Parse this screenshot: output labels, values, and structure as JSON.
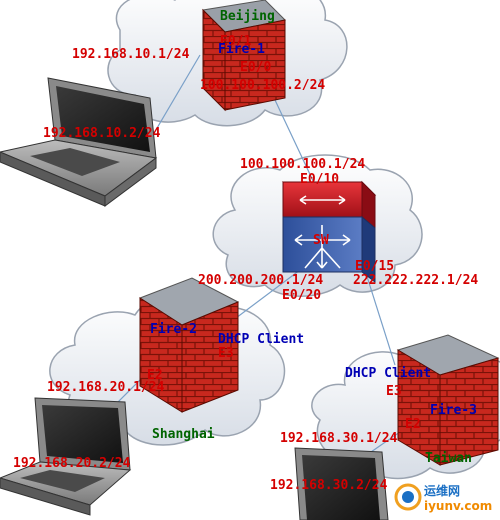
{
  "sites": {
    "beijing": {
      "name": "Beijing"
    },
    "shanghai": {
      "name": "Shanghai"
    },
    "taiwan": {
      "name": "Taiwan"
    }
  },
  "fire1": {
    "name": "Fire-1",
    "e01_label": "E0/1",
    "e00_label": "E0/0",
    "lan_ip": "192.168.10.1/24",
    "wan_ip": "100.100.100.2/24"
  },
  "pc1": {
    "ip": "192.168.10.2/24"
  },
  "switch": {
    "name": "SW",
    "e010_label": "E0/10",
    "e010_ip": "100.100.100.1/24",
    "e020_label": "E0/20",
    "e020_ip": "200.200.200.1/24",
    "e015_label": "E0/15",
    "e015_ip": "222.222.222.1/24"
  },
  "fire2": {
    "name": "Fire-2",
    "dhcp": "DHCP Client",
    "e3_label": "E3",
    "e2_label": "E2",
    "lan_ip": "192.168.20.1/24"
  },
  "pc2": {
    "ip": "192.168.20.2/24"
  },
  "fire3": {
    "name": "Fire-3",
    "dhcp": "DHCP Client",
    "e3_label": "E3",
    "e2_label": "E2",
    "lan_ip": "192.168.30.1/24"
  },
  "pc3": {
    "ip": "192.168.30.2/24"
  },
  "watermark": {
    "cn": "运维网",
    "url": "iyunv.com"
  },
  "colors": {
    "label_red": "#d40000",
    "label_blue": "#0000b4",
    "label_green": "#006400",
    "wall_red": "#c8281e"
  }
}
